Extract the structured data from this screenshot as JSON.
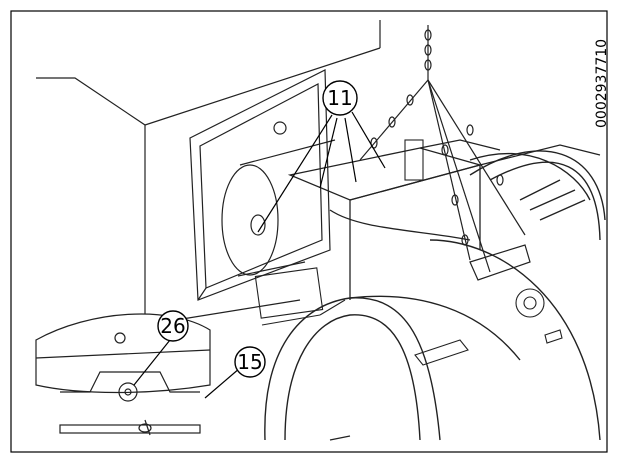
{
  "document_code": "0002937710",
  "callouts": {
    "c11": "11",
    "c26": "26",
    "c15": "15"
  }
}
